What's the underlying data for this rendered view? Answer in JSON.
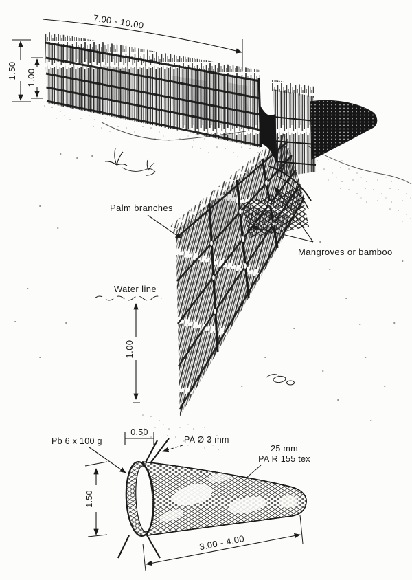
{
  "figure_type": "fishing-weir-technical-drawing",
  "colors": {
    "ink": "#1b1b1b",
    "paper": "#fcfcfa"
  },
  "weir": {
    "dim_length": "7.00 - 10.00",
    "dim_fence_height": "1.50",
    "dim_fence_upper": "1.00",
    "label_palm_branches": "Palm branches",
    "label_water_line": "Water line",
    "dim_depth_below_water": "1.00",
    "label_mangroves": "Mangroves or bamboo"
  },
  "codend": {
    "label_lead_weights": "Pb 6 x 100 g",
    "dim_mouth_width": "0.50",
    "label_frame_rod": "PA Ø 3 mm",
    "label_mesh_size": "25 mm",
    "label_twine": "PA R 155 tex",
    "dim_mouth_height": "1.50",
    "dim_length": "3.00 - 4.00"
  }
}
